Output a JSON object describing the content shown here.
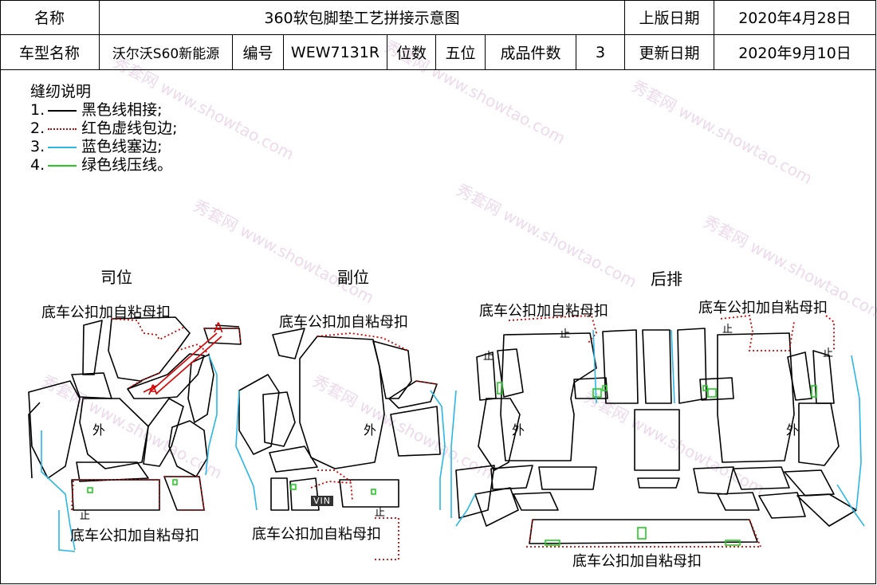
{
  "header": {
    "name_label": "名称",
    "title": "360软包脚垫工艺拼接示意图",
    "publish_date_label": "上版日期",
    "publish_date": "2020年4月28日",
    "model_label": "车型名称",
    "model": "沃尔沃S60新能源",
    "code_label": "编号",
    "code": "WEW7131R",
    "seats_label": "位数",
    "seats": "五位",
    "pieces_label": "成品件数",
    "pieces": "3",
    "update_date_label": "更新日期",
    "update_date": "2020年9月10日"
  },
  "legend": {
    "title": "缝纫说明",
    "items": [
      {
        "num": "1.",
        "text": "黑色线相接;",
        "color": "#000000",
        "style": "solid"
      },
      {
        "num": "2.",
        "text": "红色虚线包边;",
        "color": "#d40000",
        "style": "dotted"
      },
      {
        "num": "3.",
        "text": "蓝色线塞边;",
        "color": "#2ab7e8",
        "style": "solid"
      },
      {
        "num": "4.",
        "text": "绿色线压线。",
        "color": "#22cc22",
        "style": "solid"
      }
    ]
  },
  "sections": {
    "driver": "司位",
    "passenger": "副位",
    "rear": "后排"
  },
  "labels": {
    "clip": "底车公扣加自粘母扣",
    "outer": "外",
    "marker_a": "A",
    "vin": "VIN",
    "stop_mark": "止"
  },
  "watermark": {
    "site": "秀套网 www.showtao.com"
  },
  "colors": {
    "stitch_black": "#000000",
    "binding_red": "#d40000",
    "tuck_blue": "#2ab7e8",
    "press_green": "#22cc22"
  }
}
